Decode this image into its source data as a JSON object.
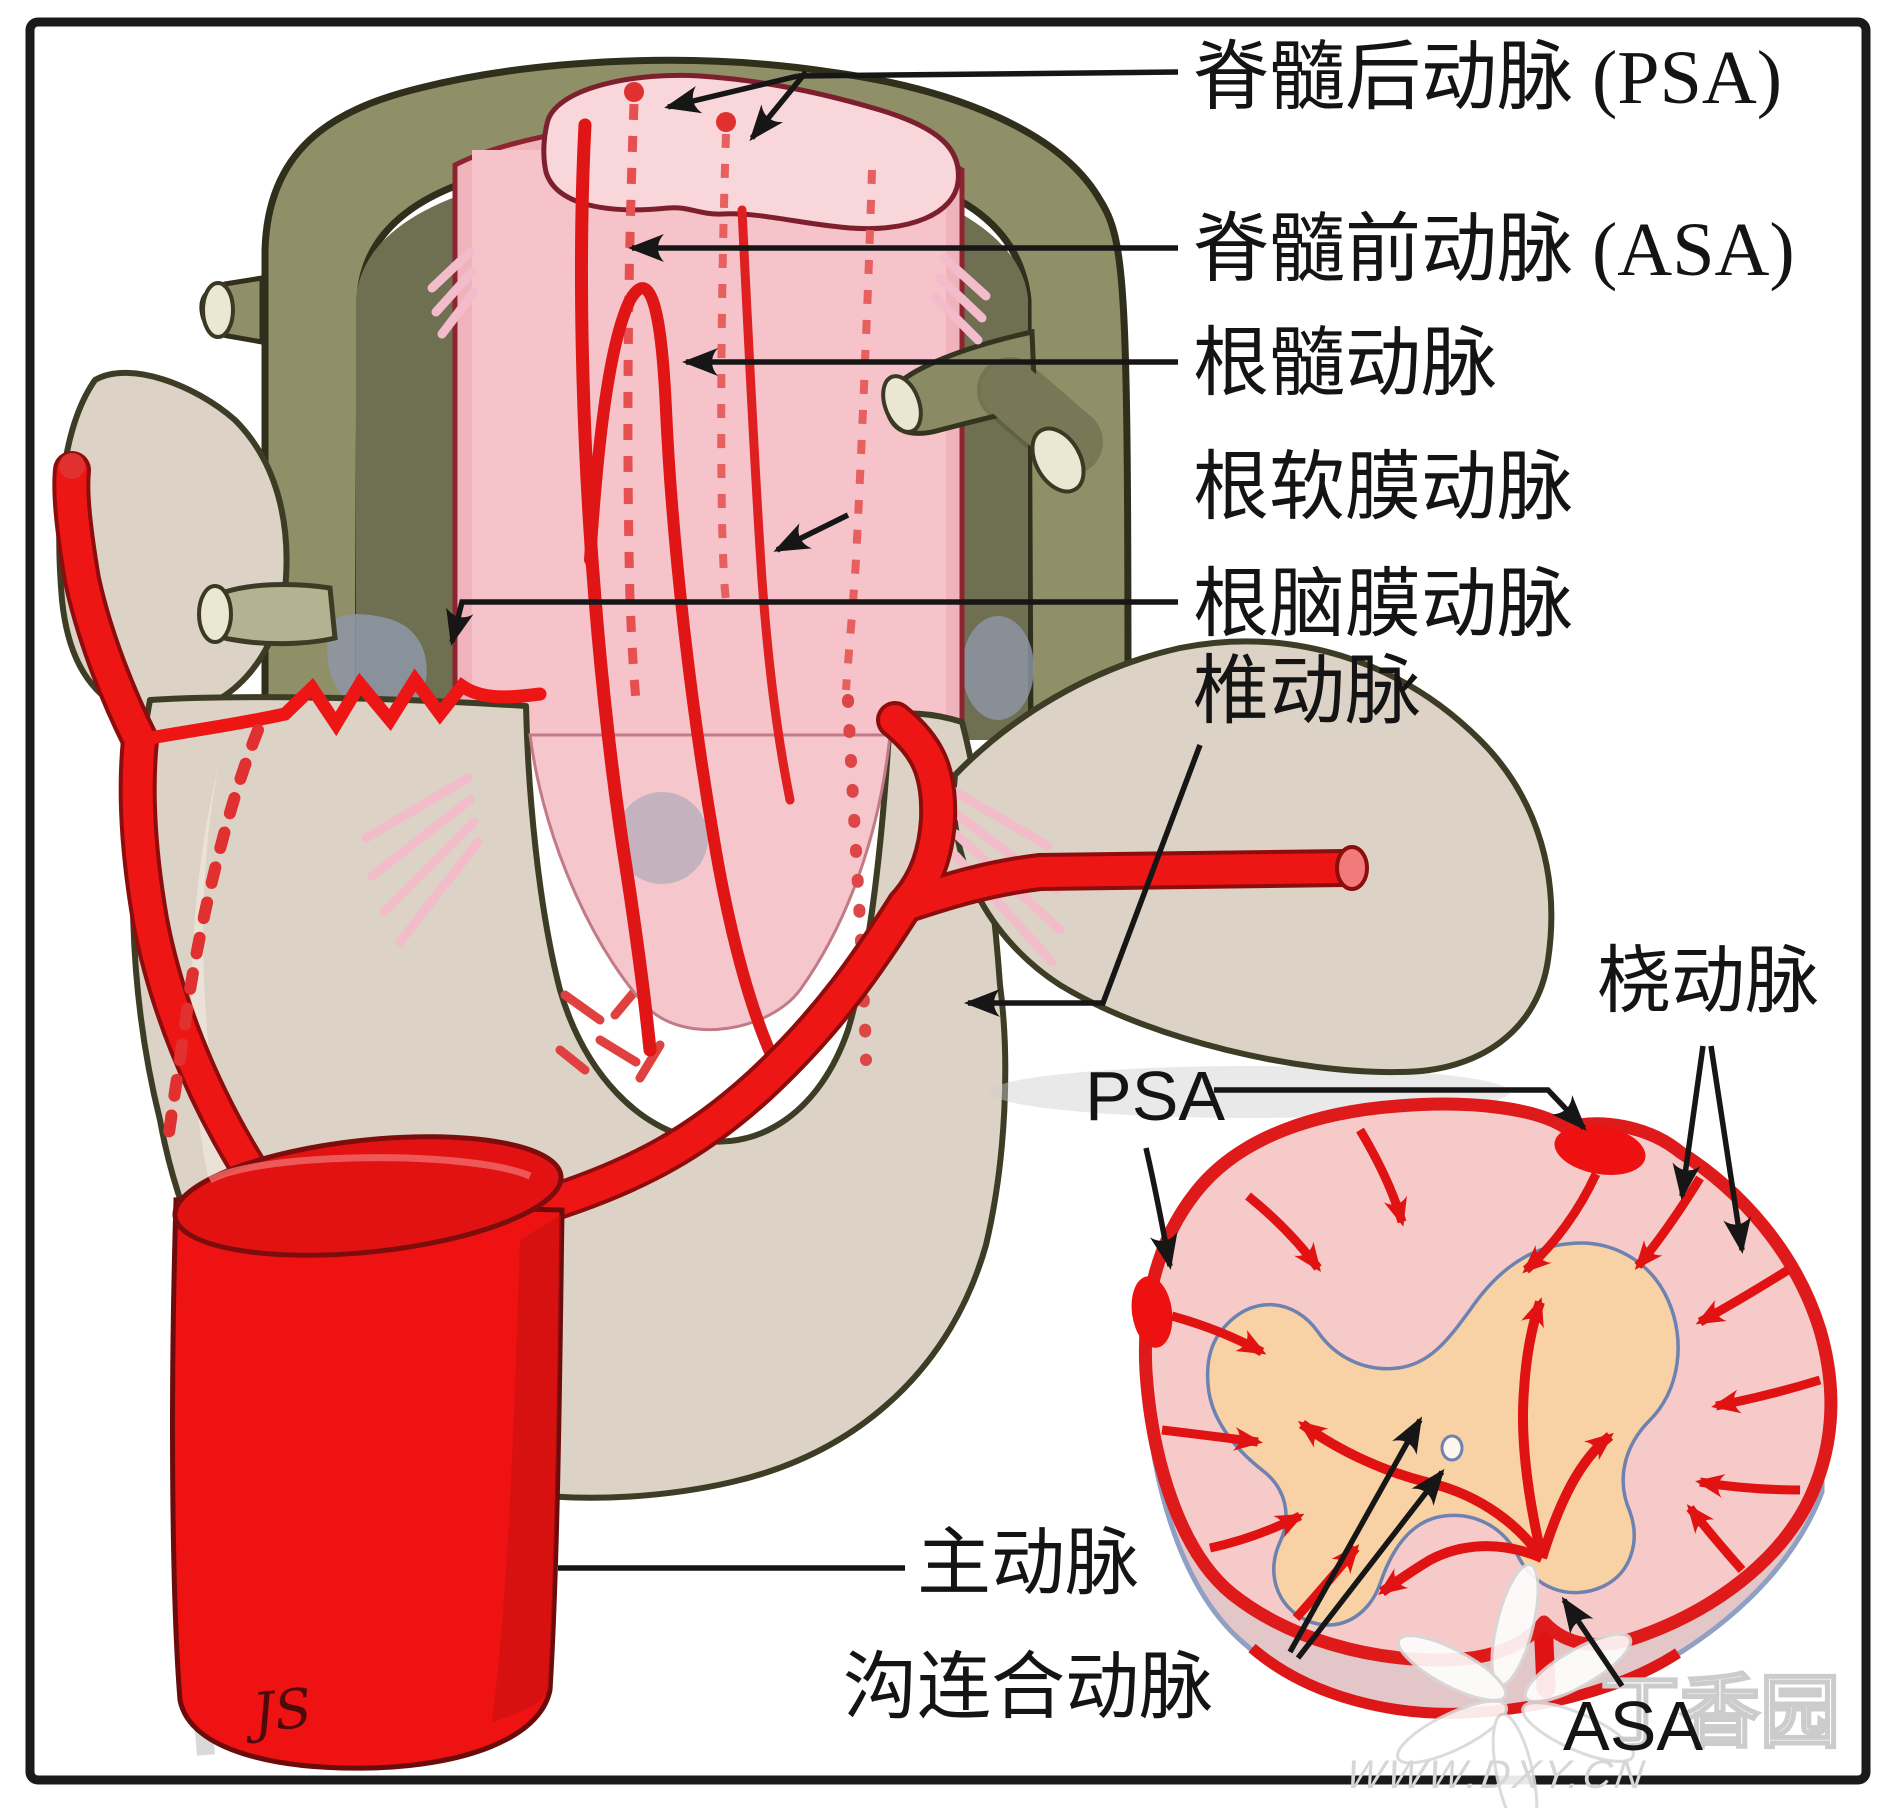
{
  "diagram": {
    "description": "Arterial blood supply of the spinal cord and vertebra (Chinese anatomical diagram)",
    "labels": {
      "psa_full": "脊髓后动脉 (PSA)",
      "asa_full": "脊髓前动脉 (ASA)",
      "radiculomedullary": "根髓动脉",
      "radiculopial": "根软膜动脉",
      "radiculomeningeal": "根脑膜动脉",
      "vertebral": "椎动脉",
      "radial": "桡动脉",
      "psa_abbr": "PSA",
      "aorta": "主动脉",
      "sulcocommissural": "沟连合动脉",
      "asa_abbr": "ASA"
    },
    "signature": "JS",
    "watermark": {
      "site_name": "丁香园",
      "site_url": "WWW.DXY.CN"
    },
    "colors": {
      "artery_red": "#e01515",
      "aorta_red": "#ee1212",
      "bone_olive": "#8f8f68",
      "bone_beige": "#dcd2c5",
      "cord_pink": "#f2b9c0",
      "section_pink": "#f7caca",
      "gray_matter_tan": "#f8d2a4",
      "label_black": "#141414",
      "watermark_gray": "#d6d6d6"
    }
  }
}
